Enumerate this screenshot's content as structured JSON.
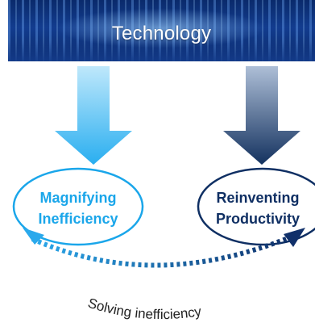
{
  "banner": {
    "title": "Technology"
  },
  "nodes": {
    "left": {
      "line1": "Magnifying",
      "line2": "Inefficiency",
      "color": "#1aa6ea"
    },
    "right": {
      "line1": "Reinventing",
      "line2": "Productivity",
      "color": "#0f2f63"
    }
  },
  "caption": {
    "text": "Solving inefficiency"
  },
  "colors": {
    "banner_dark": "#0a2a6b",
    "left_arrow_top": "#bfe8fb",
    "left_arrow_bottom": "#29aef0",
    "right_arrow_top": "#aebfd7",
    "right_arrow_bottom": "#14325f",
    "curve_start": "#2aa9ec",
    "curve_end": "#10306a"
  }
}
